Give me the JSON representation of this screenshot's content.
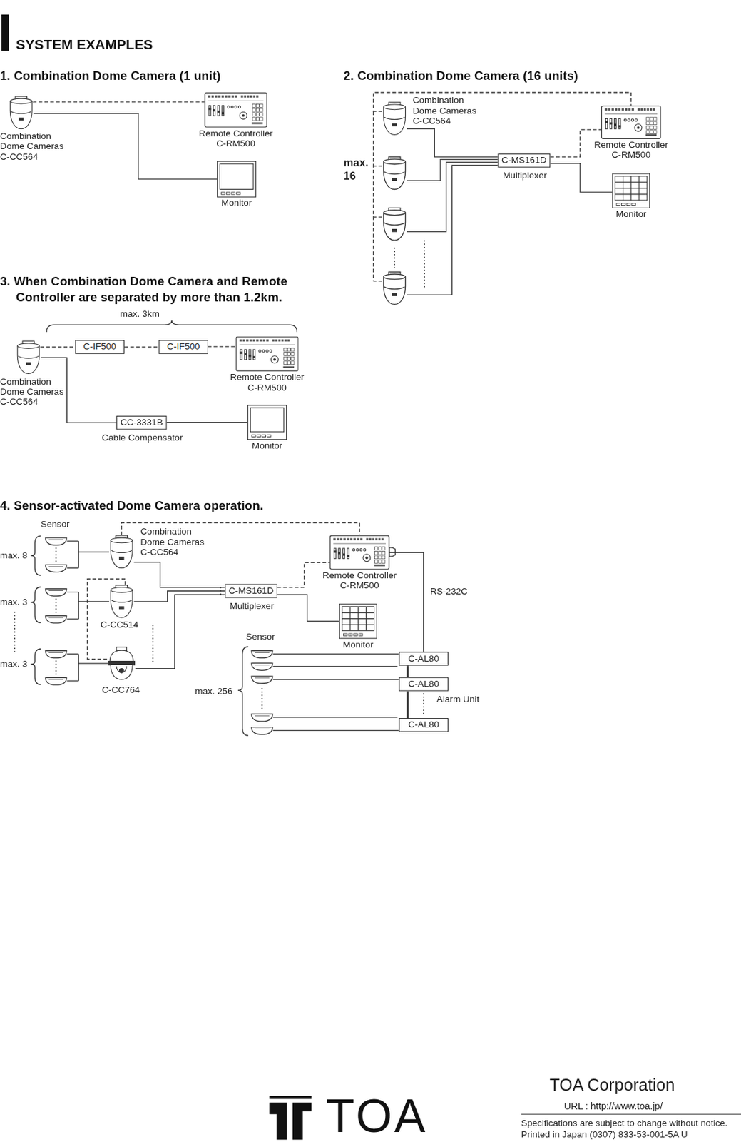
{
  "diagram": {
    "title": "SYSTEM EXAMPLES",
    "nodes": [
      {
        "text": [
          "Combination Dome Cameras C-CC564"
        ]
      },
      {
        "text": [
          "Remote Controller C-RM500"
        ]
      },
      {
        "text": [
          "Monitor"
        ]
      },
      {
        "text": [
          "Combination Dome Cameras C-CC564"
        ]
      },
      {
        "text": [
          "C-MS161D",
          "Multiplexer"
        ]
      },
      {
        "text": [
          "Remote Controller C-RM500"
        ]
      },
      {
        "text": [
          "Monitor"
        ]
      },
      {
        "text": [
          "Combination Dome Cameras C-CC564"
        ]
      },
      {
        "text": [
          "C-IF500"
        ]
      },
      {
        "text": [
          "C-IF500"
        ]
      },
      {
        "text": [
          "Remote Controller C-RM500"
        ]
      },
      {
        "text": [
          "CC-3331B",
          "Cable Compensator"
        ]
      },
      {
        "text": [
          "Monitor"
        ]
      },
      {
        "text": [
          "Combination Dome Cameras C-CC564"
        ]
      },
      {
        "text": [
          "C-CC514"
        ]
      },
      {
        "text": [
          "C-CC764"
        ]
      },
      {
        "text": [
          "C-MS161D",
          "Multiplexer"
        ]
      },
      {
        "text": [
          "Remote Controller C-RM500"
        ]
      },
      {
        "text": [
          "Monitor"
        ]
      },
      {
        "text": [
          "C-AL80"
        ]
      },
      {
        "text": [
          "C-AL80"
        ]
      },
      {
        "text": [
          "C-AL80"
        ]
      }
    ],
    "edges": [
      {
        "from": 0,
        "to": 1,
        "arrow": "none"
      },
      {
        "from": 0,
        "to": 2,
        "arrow": "none"
      },
      {
        "from": 3,
        "to": 4,
        "arrow": "none"
      },
      {
        "from": 3,
        "to": 5,
        "arrow": "none"
      },
      {
        "from": 4,
        "to": 5,
        "arrow": "none"
      },
      {
        "from": 4,
        "to": 6,
        "arrow": "none"
      },
      {
        "from": 7,
        "to": 8,
        "arrow": "none"
      },
      {
        "from": 8,
        "to": 9,
        "arrow": "none"
      },
      {
        "from": 9,
        "to": 10,
        "arrow": "none"
      },
      {
        "from": 7,
        "to": 11,
        "arrow": "none"
      },
      {
        "from": 11,
        "to": 12,
        "arrow": "none"
      },
      {
        "from": 13,
        "to": 16,
        "arrow": "none"
      },
      {
        "from": 14,
        "to": 16,
        "arrow": "none"
      },
      {
        "from": 15,
        "to": 16,
        "arrow": "none"
      },
      {
        "from": 13,
        "to": 17,
        "arrow": "none"
      },
      {
        "from": 16,
        "to": 17,
        "arrow": "none"
      },
      {
        "from": 16,
        "to": 18,
        "arrow": "none"
      },
      {
        "from": 17,
        "to": 19,
        "label": "RS-232C",
        "arrow": "none"
      },
      {
        "from": 19,
        "to": 20,
        "arrow": "none"
      },
      {
        "from": 20,
        "to": 21,
        "arrow": "none"
      }
    ],
    "labels": [
      "1. Combination Dome Camera (1 unit)",
      "2. Combination Dome Camera (16 units)",
      "3. When Combination Dome Camera and Remote Controller are separated by more than 1.2km.",
      "4. Sensor-activated Dome Camera operation.",
      "max. 16",
      "max. 3km",
      "Sensor",
      "max. 8",
      "max. 3",
      "max. 3",
      "Sensor",
      "max. 256",
      "Alarm Unit",
      "TOA Corporation",
      "URL : http://www.toa.jp/",
      "Specifications are subject to change without notice.",
      "Printed in Japan (0307) 833-53-001-5A U",
      "TOA"
    ]
  }
}
